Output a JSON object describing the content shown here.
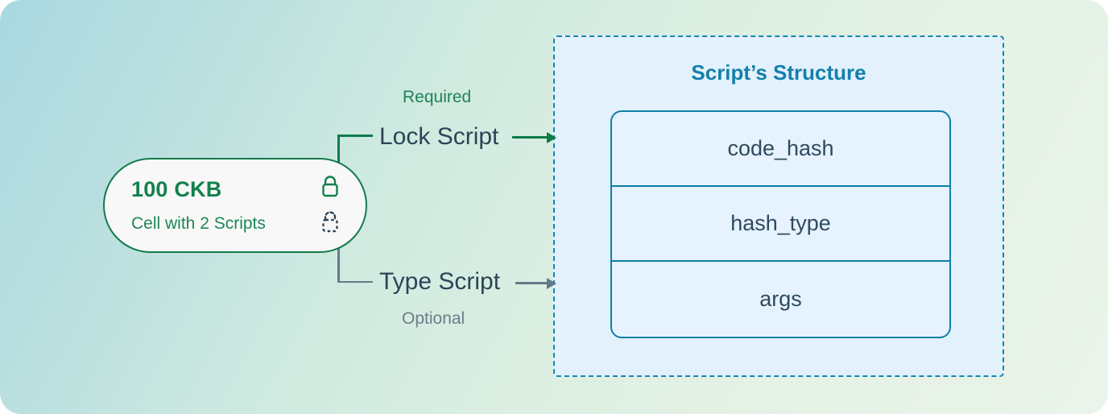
{
  "diagram": {
    "cell": {
      "amount": "100 CKB",
      "subtitle": "Cell with 2 Scripts",
      "lock_icon_name": "lock-solid-icon",
      "type_icon_name": "lock-dashed-icon"
    },
    "branches": [
      {
        "label": "Lock Script",
        "tag": "Required",
        "tag_color": "#1f8257",
        "line_color": "#0e7a4a"
      },
      {
        "label": "Type Script",
        "tag": "Optional",
        "tag_color": "#6c7d88",
        "line_color": "#66798a"
      }
    ],
    "structure": {
      "title": "Script’s Structure",
      "fields": [
        "code_hash",
        "hash_type",
        "args"
      ],
      "border_color": "#1686b0",
      "fill_color": "#e3f1fc",
      "title_color": "#1380ac"
    },
    "colors": {
      "green": "#13804e",
      "navy": "#2c4457",
      "teal": "#0d7fa8",
      "capsule_fill": "#f7f8f7",
      "background_left": "#a9d8e0",
      "background_right": "#eaf4ea"
    }
  }
}
